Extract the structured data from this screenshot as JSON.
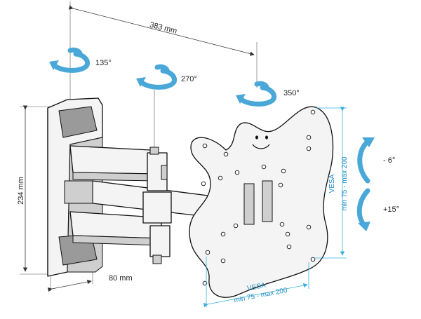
{
  "dimensions": {
    "width_reach": "383 mm",
    "height": "234 mm",
    "depth": "80 mm"
  },
  "rotations": {
    "wall": "135°",
    "arm": "270°",
    "plate": "350°"
  },
  "tilt": {
    "up": "- 6°",
    "down": "+15°"
  },
  "vesa": {
    "horizontal_title": "VESA",
    "horizontal_range": "min 75 - max 200",
    "vertical_title": "VESA",
    "vertical_range": "min 75 - max 200"
  },
  "colors": {
    "arrow": "#4aa8d8",
    "vesa_line": "#37b0e0"
  }
}
